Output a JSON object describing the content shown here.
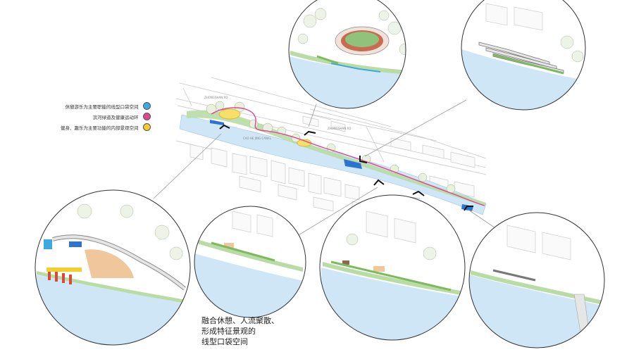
{
  "legend": [
    {
      "label": "休憩游乐为主要职能的线型口袋空间",
      "color": "#3ea8e0"
    },
    {
      "label": "滨河绿道及健康运动环",
      "color": "#e0468f"
    },
    {
      "label": "健身、趣乐为主要功能的内部景观空间",
      "color": "#f2cf2a"
    }
  ],
  "map_labels": {
    "road_top": "ZHONGSHAN RD",
    "road_mid": "ZHONGSHAN RD",
    "river": "CAO HE JING CANAL"
  },
  "caption": {
    "line1": "融合休憩、人流聚散、",
    "line2": "形成特征景观的",
    "line3": "线型口袋空间"
  },
  "colors": {
    "water": "#cfe6f7",
    "green": "#b8dca4",
    "blue_path": "#2d73d6",
    "pink_path": "#e0468f",
    "yellow": "#f2cf2a",
    "plaza": "#f0c79a",
    "line": "#9a9a9a"
  }
}
